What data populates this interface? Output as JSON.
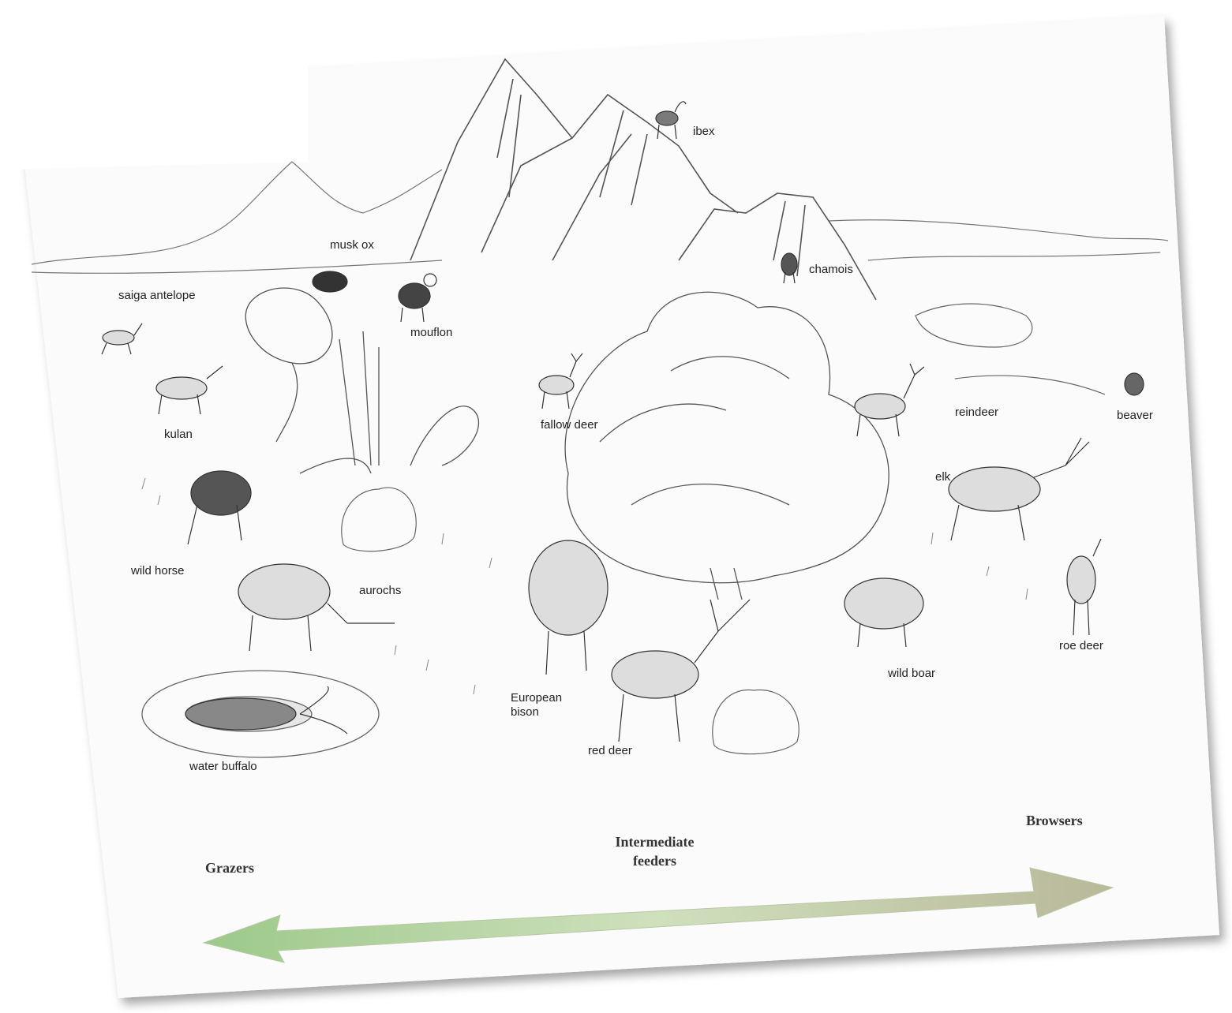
{
  "animals": {
    "ibex": "ibex",
    "musk_ox": "musk ox",
    "chamois": "chamois",
    "saiga_antelope": "saiga antelope",
    "mouflon": "mouflon",
    "kulan": "kulan",
    "fallow_deer": "fallow deer",
    "reindeer": "reindeer",
    "beaver": "beaver",
    "elk": "elk",
    "wild_horse": "wild horse",
    "aurochs": "aurochs",
    "roe_deer": "roe deer",
    "european_bison_line1": "European",
    "european_bison_line2": "bison",
    "wild_boar": "wild boar",
    "water_buffalo": "water buffalo",
    "red_deer": "red deer"
  },
  "categories": {
    "grazers": "Grazers",
    "intermediate_line1": "Intermediate",
    "intermediate_line2": "feeders",
    "browsers": "Browsers"
  },
  "colors": {
    "arrow_left": "#9cc98a",
    "arrow_right": "#b9b89a",
    "sketch_line": "#555555",
    "label_text": "#222222"
  },
  "icons": [
    "double-headed-arrow-icon",
    "mountain-sketch",
    "tree-sketch",
    "animal-sketch"
  ]
}
